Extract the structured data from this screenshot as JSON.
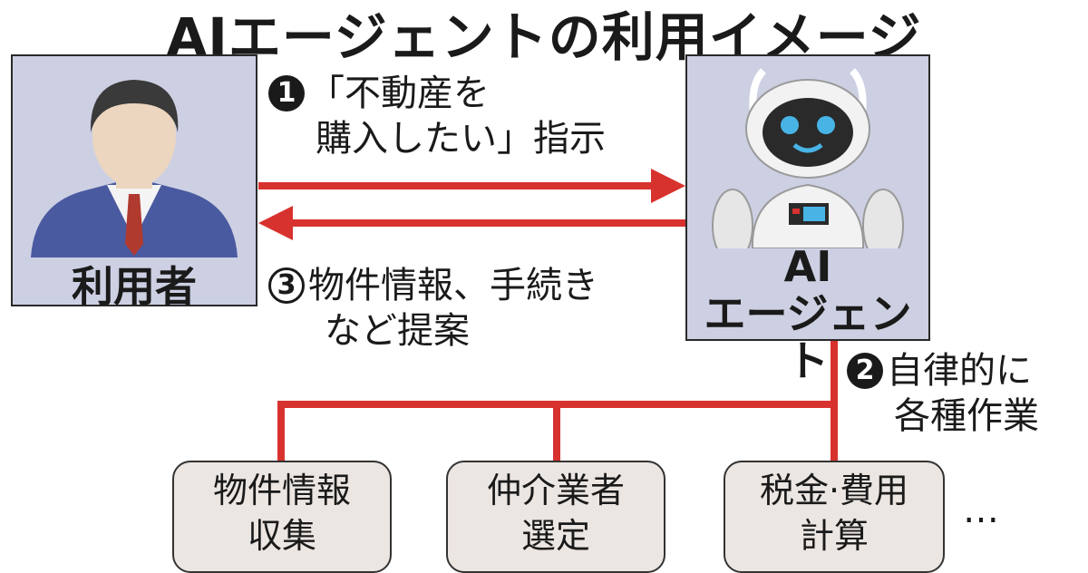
{
  "title": "AIエージェントの利用イメージ",
  "user": {
    "label": "利用者"
  },
  "agent": {
    "label_line1": "AI",
    "label_line2": "エージェント"
  },
  "steps": {
    "s1": {
      "num": "1",
      "line1": "「不動産を",
      "line2": "購入したい」指示"
    },
    "s2": {
      "num": "2",
      "line1": "自律的に",
      "line2": "各種作業"
    },
    "s3": {
      "num": "3",
      "line1": "物件情報、手続き",
      "line2": "など提案"
    }
  },
  "tasks": [
    {
      "line1": "物件情報",
      "line2": "収集"
    },
    {
      "line1": "仲介業者",
      "line2": "選定"
    },
    {
      "line1": "税金·費用",
      "line2": "計算"
    }
  ],
  "ellipsis": "…",
  "colors": {
    "arrow": "#d8322e",
    "panel": "#cdd0e3",
    "box": "#ece6e2"
  }
}
